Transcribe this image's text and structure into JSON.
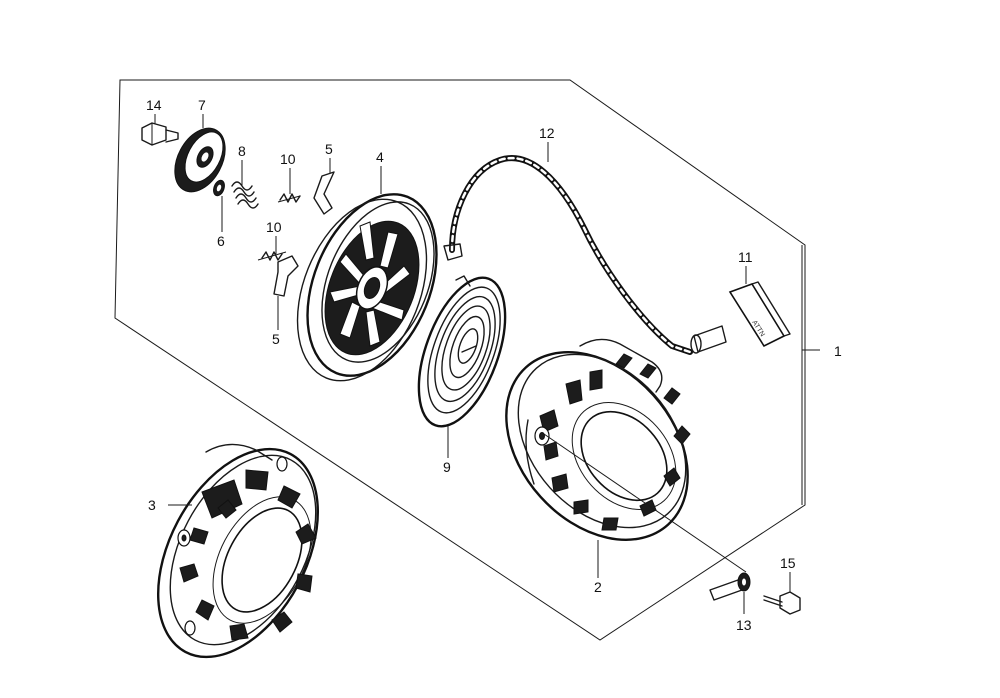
{
  "diagram": {
    "callouts": {
      "p1": "1",
      "p2": "2",
      "p3": "3",
      "p4": "4",
      "p5a": "5",
      "p5b": "5",
      "p6": "6",
      "p7": "7",
      "p8": "8",
      "p9": "9",
      "p10a": "10",
      "p10b": "10",
      "p11": "11",
      "p12": "12",
      "p13": "13",
      "p14": "14",
      "p15": "15"
    }
  }
}
